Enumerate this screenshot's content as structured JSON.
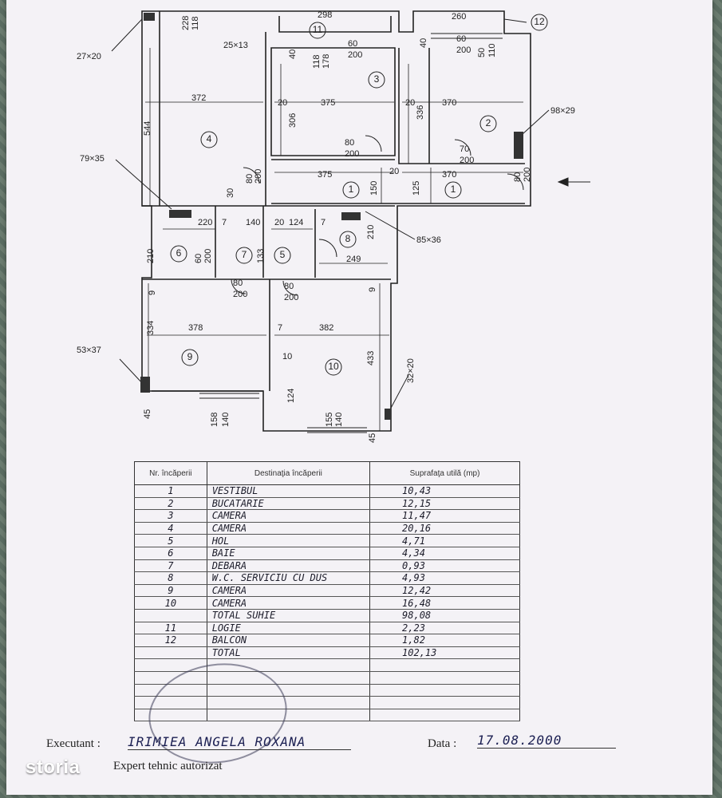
{
  "plan": {
    "rooms": [
      {
        "id": "1",
        "label": "1"
      },
      {
        "id": "1b",
        "label": "1"
      },
      {
        "id": "2",
        "label": "2"
      },
      {
        "id": "3",
        "label": "3"
      },
      {
        "id": "4",
        "label": "4"
      },
      {
        "id": "5",
        "label": "5"
      },
      {
        "id": "6",
        "label": "6"
      },
      {
        "id": "7",
        "label": "7"
      },
      {
        "id": "8",
        "label": "8"
      },
      {
        "id": "9",
        "label": "9"
      },
      {
        "id": "10",
        "label": "10"
      },
      {
        "id": "11",
        "label": "11"
      },
      {
        "id": "12",
        "label": "12"
      }
    ],
    "dimensions": [
      "298",
      "260",
      "60",
      "200",
      "60",
      "200",
      "50",
      "110",
      "228",
      "118",
      "25×13",
      "118",
      "178",
      "40",
      "40",
      "372",
      "20",
      "375",
      "20",
      "370",
      "544",
      "306",
      "336",
      "80",
      "200",
      "70",
      "200",
      "98×29",
      "375",
      "20",
      "370",
      "80",
      "200",
      "150",
      "125",
      "80",
      "200",
      "30",
      "79×35",
      "220",
      "7",
      "140",
      "20",
      "124",
      "7",
      "210",
      "85×36",
      "210",
      "60",
      "200",
      "133",
      "249",
      "80",
      "200",
      "80",
      "200",
      "9",
      "9",
      "378",
      "7",
      "382",
      "334",
      "10",
      "433",
      "53×37",
      "32×20",
      "124",
      "158",
      "140",
      "155",
      "140",
      "45",
      "45",
      "27×20"
    ]
  },
  "table": {
    "headers": [
      "Nr. încăperii",
      "Destinaţia încăperii",
      "Suprafaţa utilă (mp)"
    ],
    "rows": [
      {
        "nr": "1",
        "dest": "VESTIBUL",
        "area": "10,43"
      },
      {
        "nr": "2",
        "dest": "BUCATARIE",
        "area": "12,15"
      },
      {
        "nr": "3",
        "dest": "CAMERA",
        "area": "11,47"
      },
      {
        "nr": "4",
        "dest": "CAMERA",
        "area": "20,16"
      },
      {
        "nr": "5",
        "dest": "HOL",
        "area": "4,71"
      },
      {
        "nr": "6",
        "dest": "BAIE",
        "area": "4,34"
      },
      {
        "nr": "7",
        "dest": "DEBARA",
        "area": "0,93"
      },
      {
        "nr": "8",
        "dest": "W.C. SERVICIU CU DUS",
        "area": "4,93"
      },
      {
        "nr": "9",
        "dest": "CAMERA",
        "area": "12,42"
      },
      {
        "nr": "10",
        "dest": "CAMERA",
        "area": "16,48"
      },
      {
        "nr": "",
        "dest": "TOTAL SUHIE",
        "area": "98,08"
      },
      {
        "nr": "11",
        "dest": "LOGIE",
        "area": "2,23"
      },
      {
        "nr": "12",
        "dest": "BALCON",
        "area": "1,82"
      },
      {
        "nr": "",
        "dest": "TOTAL",
        "area": "102,13"
      },
      {
        "nr": "",
        "dest": "",
        "area": ""
      },
      {
        "nr": "",
        "dest": "",
        "area": ""
      },
      {
        "nr": "",
        "dest": "",
        "area": ""
      },
      {
        "nr": "",
        "dest": "",
        "area": ""
      },
      {
        "nr": "",
        "dest": "",
        "area": ""
      }
    ]
  },
  "footer": {
    "executant_label": "Executant :",
    "executant_name": "IRIMIEA ANGELA ROXANA",
    "data_label": "Data :",
    "data_value": "17.08.2000",
    "expert_label": "Expert tehnic autorizat"
  },
  "brand": {
    "name": "storia"
  },
  "colors": {
    "ink": "#222222",
    "pen": "#1b1f52",
    "paper": "#f4f2f6"
  }
}
